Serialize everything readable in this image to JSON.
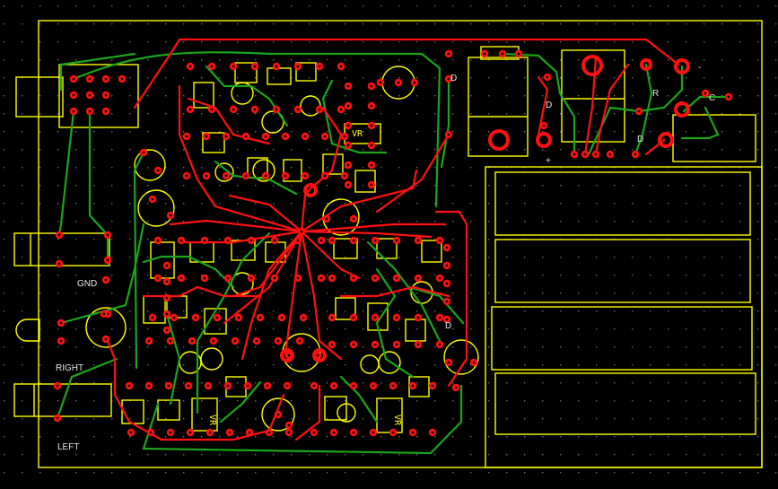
{
  "board": {
    "background": "#000000",
    "silkscreen_color": "#ffff00",
    "top_copper_color": "#ff1010",
    "bottom_copper_color": "#1aa51a",
    "grid": true
  },
  "labels": {
    "gnd": "GND",
    "right": "RIGHT",
    "left": "LEFT",
    "diode_1": "D",
    "diode_2": "D",
    "diode_3": "D",
    "diode_4": "D",
    "resistor": "R",
    "capacitor": "C",
    "minus": "-",
    "plus": "+",
    "vr_1": "VR",
    "vr_2": "VR",
    "vr_3": "VR"
  }
}
